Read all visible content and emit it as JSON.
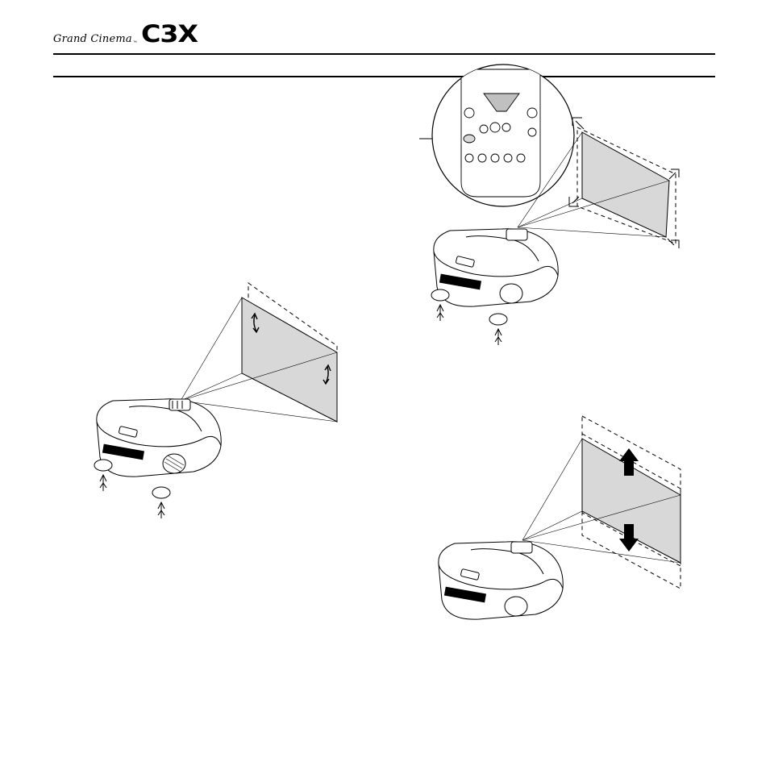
{
  "header": {
    "brand_script": "Grand Cinema",
    "brand_tm": "™",
    "model": "C3X"
  },
  "figures": [
    {
      "id": "keystone-tilt",
      "icon": "projector-tilt-adjust-illustration"
    },
    {
      "id": "keystone-remote",
      "icon": "remote-keystone-adjust-illustration"
    },
    {
      "id": "lens-shift",
      "icon": "projector-lens-shift-illustration"
    }
  ],
  "colors": {
    "screen_fill": "#d8d8d8",
    "line": "#000000"
  }
}
